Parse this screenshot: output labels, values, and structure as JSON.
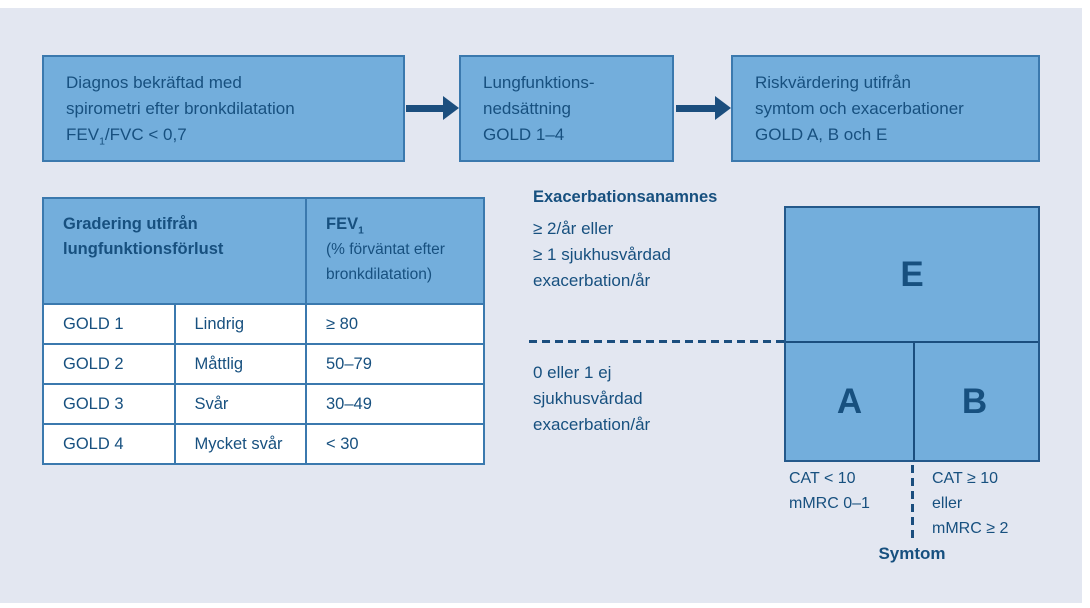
{
  "colors": {
    "panel_bg": "#E3E7F1",
    "box_fill": "#73AEDC",
    "box_border": "#3B79AE",
    "grid_border": "#24598B",
    "navy_text": "#17507F",
    "arrow": "#1B4E7E"
  },
  "flow": {
    "box1": {
      "lines": [
        "Diagnos bekräftad med",
        "spirometri efter bronkdilatation"
      ],
      "fev_pre": "FEV",
      "fev_sub": "1",
      "fev_post": "/FVC < 0,7"
    },
    "box2": {
      "lines": [
        "Lungfunktions-",
        "nedsättning",
        "GOLD 1–4"
      ]
    },
    "box3": {
      "lines": [
        "Riskvärdering utifrån",
        "symtom och exacerbationer",
        "GOLD A, B och E"
      ]
    }
  },
  "table": {
    "header_grading": "Gradering utifrån lungfunktionsförlust",
    "fev_pre": "FEV",
    "fev_sub": "1",
    "fev_note": "(% förväntat efter bronkdilatation)",
    "rows": [
      [
        "GOLD 1",
        "Lindrig",
        "≥ 80"
      ],
      [
        "GOLD 2",
        "Måttlig",
        "50–79"
      ],
      [
        "GOLD 3",
        "Svår",
        "30–49"
      ],
      [
        "GOLD 4",
        "Mycket svår",
        "< 30"
      ]
    ]
  },
  "risk": {
    "title": "Exacerbationsanamnes",
    "high_lines": [
      "≥ 2/år eller",
      "≥ 1 sjukhusvårdad",
      "exacerbation/år"
    ],
    "low_lines": [
      "0 eller 1 ej",
      "sjukhusvårdad",
      "exacerbation/år"
    ],
    "cell_e": "E",
    "cell_a": "A",
    "cell_b": "B",
    "symptom_left": [
      "CAT < 10",
      "mMRC 0–1"
    ],
    "symptom_right": [
      "CAT ≥ 10",
      "eller",
      "mMRC ≥ 2"
    ],
    "axis_label": "Symtom"
  }
}
